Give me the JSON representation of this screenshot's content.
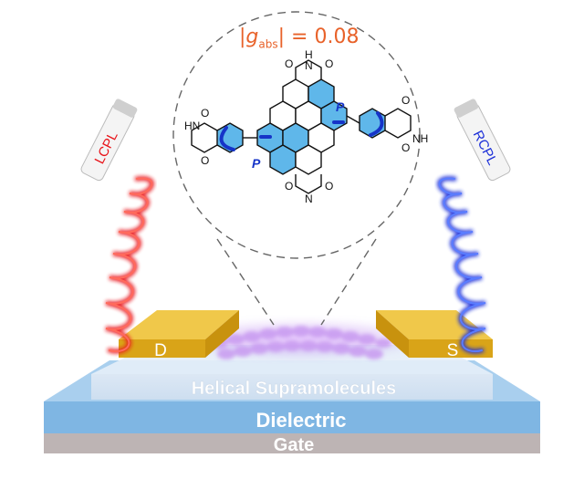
{
  "figure": {
    "gabs_prefix": "|g",
    "gabs_sub": "abs",
    "gabs_suffix": "| = 0.08",
    "molecule": {
      "imide_label_top": "H",
      "imide_n": "N",
      "imide_o": "O",
      "imide_hn_left": "HN",
      "imide_nh_right": "NH",
      "chirality": "P"
    },
    "left_source_label": "LCPL",
    "right_source_label": "RCPL",
    "electrode_left": "D",
    "electrode_right": "S",
    "layers": {
      "semiconductor": "Helical Supramolecules",
      "dielectric": "Dielectric",
      "gate": "Gate"
    },
    "colors": {
      "gabs": "#e8622a",
      "lcpl": "#e8141a",
      "rcpl": "#1c2fd8",
      "electrode": "#e3b31e",
      "dielectric": "#7fb6e3",
      "gate": "#bdb4b4",
      "helix": "#c89af0",
      "ring_fill": "#5fb7ea",
      "arrow": "#1634c8"
    }
  }
}
